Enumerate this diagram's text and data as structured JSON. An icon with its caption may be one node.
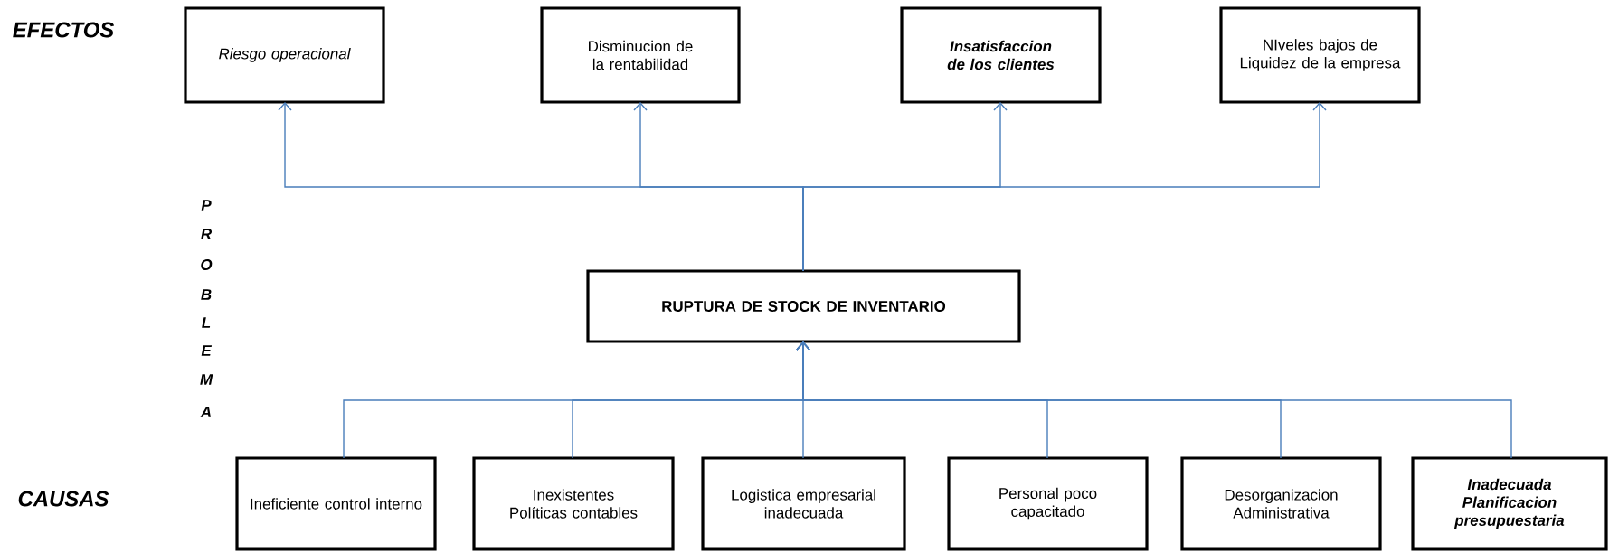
{
  "diagram": {
    "nodes": [
      {
        "text": [
          "Riesgo operacional"
        ]
      },
      {
        "text": [
          "Disminucion de la rentabilidad"
        ]
      },
      {
        "text": [
          "Insatisfaccion de los clientes"
        ]
      },
      {
        "text": [
          "NIveles bajos de Liquidez de la empresa"
        ]
      },
      {
        "text": [
          "RUPTURA DE STOCK DE INVENTARIO"
        ]
      },
      {
        "text": [
          "Ineficiente control interno"
        ]
      },
      {
        "text": [
          "Inexistentes Políticas contables"
        ]
      },
      {
        "text": [
          "Logistica empresarial inadecuada"
        ]
      },
      {
        "text": [
          "Personal poco capacitado"
        ]
      },
      {
        "text": [
          "Desorganizacion Administrativa"
        ]
      },
      {
        "text": [
          "Inadecuada Planificacion presupuestaria"
        ]
      }
    ],
    "edges": [
      {
        "from": 4,
        "to": 0,
        "arrow": "to"
      },
      {
        "from": 4,
        "to": 1,
        "arrow": "to"
      },
      {
        "from": 4,
        "to": 2,
        "arrow": "to"
      },
      {
        "from": 4,
        "to": 3,
        "arrow": "to"
      },
      {
        "from": 5,
        "to": 4,
        "arrow": "to"
      },
      {
        "from": 6,
        "to": 4,
        "arrow": "to"
      },
      {
        "from": 7,
        "to": 4,
        "arrow": "to"
      },
      {
        "from": 8,
        "to": 4,
        "arrow": "to"
      },
      {
        "from": 9,
        "to": 4,
        "arrow": "to"
      },
      {
        "from": 10,
        "to": 4,
        "arrow": "to"
      }
    ],
    "labels": [
      "EFECTOS",
      "P",
      "R",
      "O",
      "B",
      "L",
      "E",
      "M",
      "A",
      "CAUSAS"
    ]
  }
}
